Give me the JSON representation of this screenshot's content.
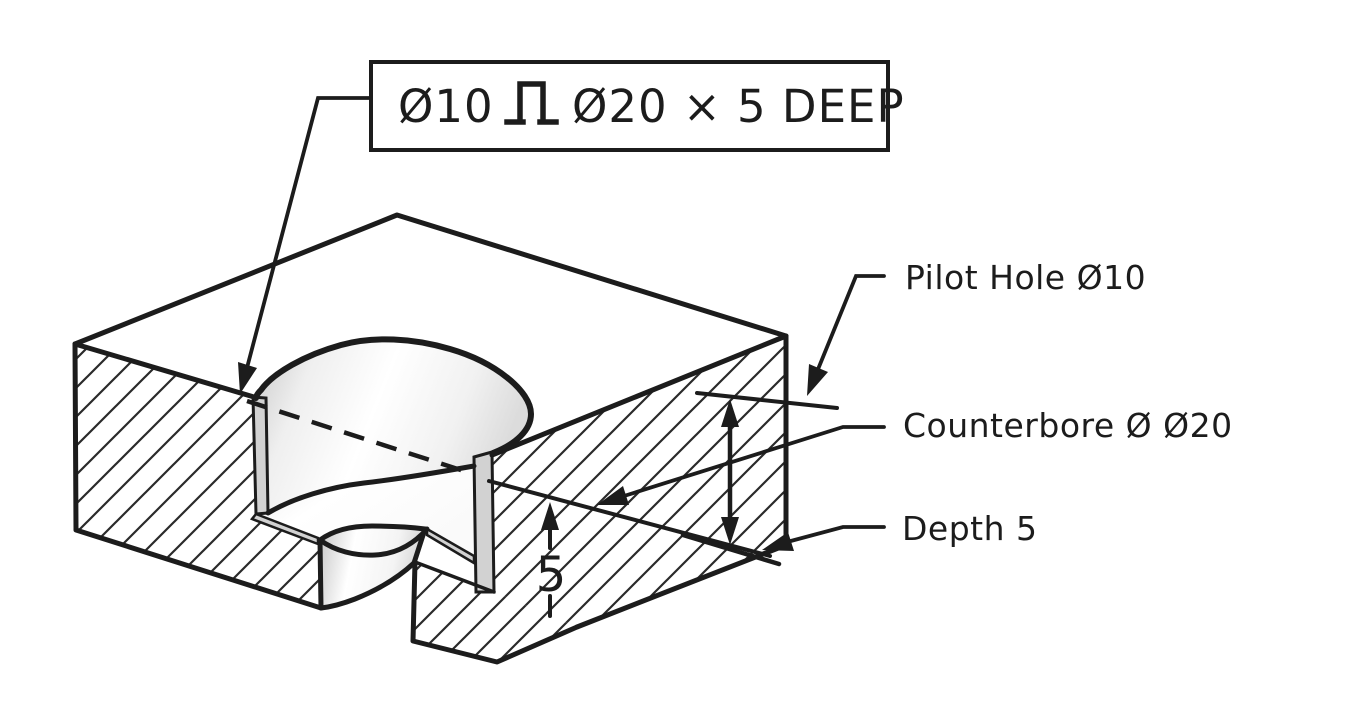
{
  "callout": {
    "prefix": "Ø10",
    "symbol": "counterbore-symbol",
    "spec": "Ø20 × 5 DEEP"
  },
  "labels": {
    "pilot_hole": "Pilot Hole Ø10",
    "counterbore": "Counterbore Ø Ø20",
    "depth": "Depth 5"
  },
  "dimensions": {
    "counterbore_depth": "5"
  },
  "colors": {
    "line": "#1c1c1c",
    "background": "#ffffff",
    "cut_strip": "#d2d2d2",
    "hatch": "#2a2a2a"
  }
}
